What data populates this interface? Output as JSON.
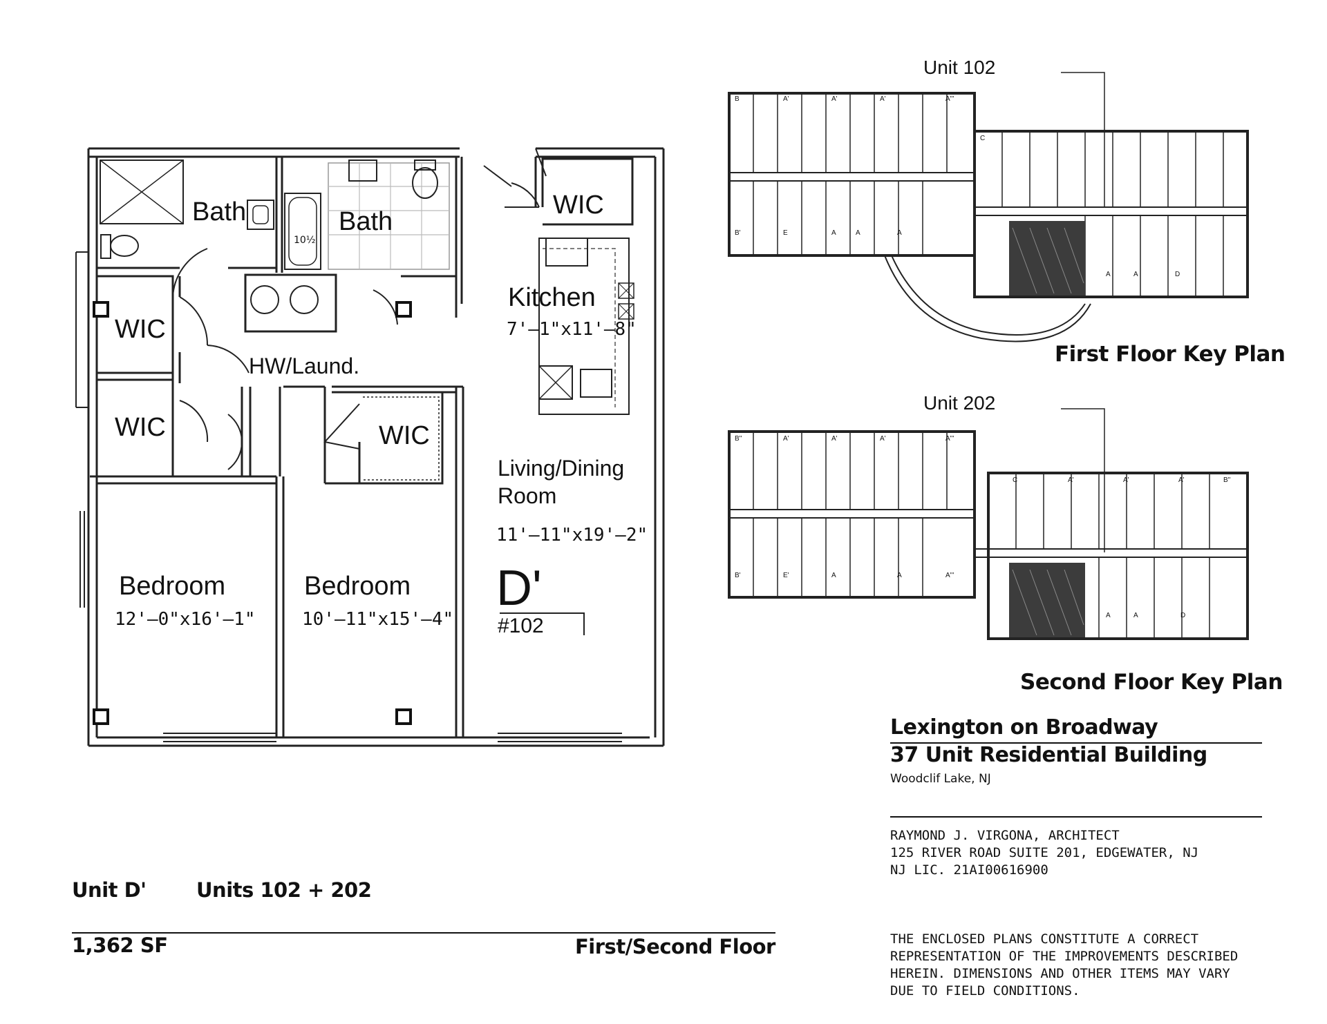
{
  "unit_plan": {
    "rooms": {
      "bath_1": "Bath",
      "bath_2": "Bath",
      "wic_closet_top": "WIC",
      "wic_1": "WIC",
      "wic_2": "WIC",
      "wic_3": "WIC",
      "kitchen": "Kitchen",
      "kitchen_dim": "7'–1\"x11'–8\"",
      "hw_laund": "HW/Laund.",
      "living_line1": "Living/Dining",
      "living_line2": "Room",
      "living_dim": "11'–11\"x19'–2\"",
      "bedroom_1": "Bedroom",
      "bedroom_1_dim": "12'–0\"x16'–1\"",
      "bedroom_2": "Bedroom",
      "bedroom_2_dim": "10'–11\"x15'–4\"",
      "tub_mark": "10½"
    },
    "unit_letter": "D'",
    "unit_number": "#102"
  },
  "key_plans": {
    "first": {
      "callout": "Unit 102",
      "title": "First Floor Key Plan"
    },
    "second": {
      "callout": "Unit 202",
      "title": "Second Floor Key Plan"
    },
    "unit_type_labels": [
      "B",
      "A'",
      "A'",
      "A'",
      "A'''",
      "B'",
      "E",
      "A",
      "A",
      "A",
      "C",
      "A",
      "A",
      "D",
      "B''",
      "A'",
      "A'",
      "A'",
      "A'''",
      "B'",
      "E'",
      "A",
      "A",
      "A'''",
      "C",
      "A'",
      "A'",
      "A'",
      "B''",
      "A",
      "A",
      "D"
    ]
  },
  "title_block": {
    "project": "Lexington on Broadway",
    "subtitle": "37 Unit Residential Building",
    "location": "Woodclif Lake, NJ",
    "architect_lines": [
      "RAYMOND J. VIRGONA, ARCHITECT",
      "125 RIVER ROAD SUITE 201, EDGEWATER, NJ",
      "NJ LIC. 21AI00616900"
    ],
    "disclaimer_lines": [
      "THE ENCLOSED PLANS CONSTITUTE A CORRECT",
      "REPRESENTATION OF THE IMPROVEMENTS DESCRIBED",
      "HEREIN. DIMENSIONS AND OTHER ITEMS MAY VARY",
      "DUE TO FIELD CONDITIONS."
    ]
  },
  "unit_info": {
    "unit_name": "Unit D'",
    "units": "Units 102 + 202",
    "area": "1,362 SF",
    "floor": "First/Second Floor"
  }
}
